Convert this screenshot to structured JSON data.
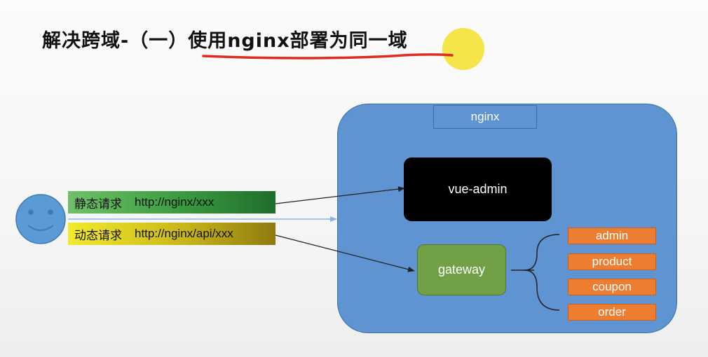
{
  "slide": {
    "title": "解决跨域-（一）使用nginx部署为同一域"
  },
  "diagram": {
    "nginx_label": "nginx",
    "vue_admin_label": "vue-admin",
    "gateway_label": "gateway",
    "services": [
      "admin",
      "product",
      "coupon",
      "order"
    ],
    "requests": {
      "static": {
        "label": "静态请求",
        "url": "http://nginx/xxx"
      },
      "dynamic": {
        "label": "动态请求",
        "url": "http://nginx/api/xxx"
      }
    }
  },
  "colors": {
    "nginx_fill": "#5f93d2",
    "vue_admin_fill": "#000000",
    "gateway_fill": "#71a046",
    "service_fill": "#ed7d31",
    "smiley_fill": "#5b9bd5",
    "static_request": "#3a9a40",
    "dynamic_request": "#c9b71a",
    "title_underline": "#e02b20"
  }
}
